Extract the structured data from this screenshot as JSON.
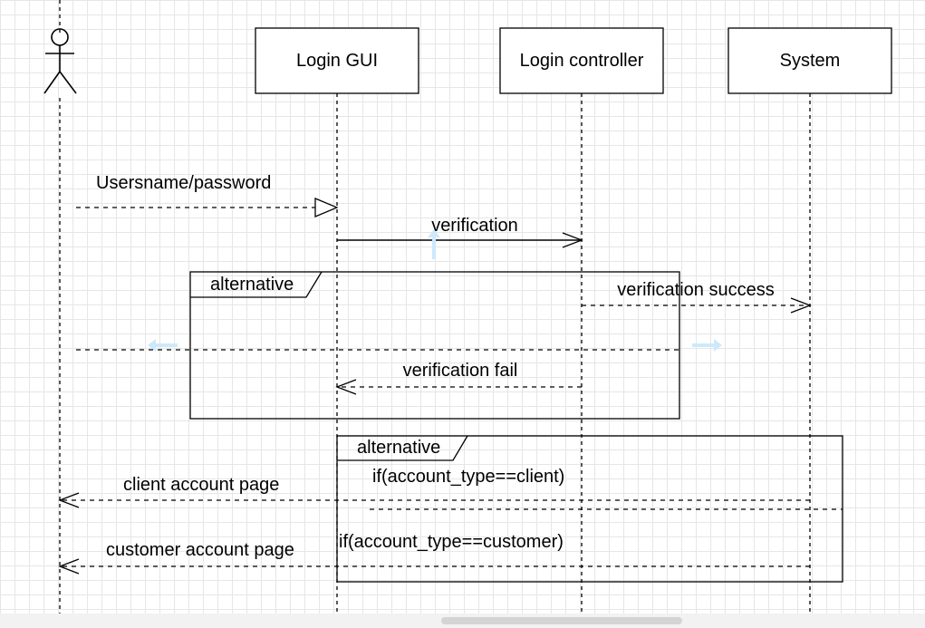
{
  "participants": {
    "login_gui": "Login GUI",
    "login_controller": "Login controller",
    "system": "System"
  },
  "messages": {
    "usersname_password": "Usersname/password",
    "verification": "verification",
    "verification_success": "verification success",
    "verification_fail": "verification fail",
    "client_account_page": "client account page",
    "customer_account_page": "customer account page"
  },
  "fragments": {
    "alt1_label": "alternative",
    "alt2_label": "alternative",
    "alt2_guard_client": "if(account_type==client)",
    "alt2_guard_customer": "if(account_type==customer)"
  },
  "colors": {
    "line": "#000000",
    "grid": "#e6e6e6",
    "hint_arrow": "#cde9fb"
  }
}
